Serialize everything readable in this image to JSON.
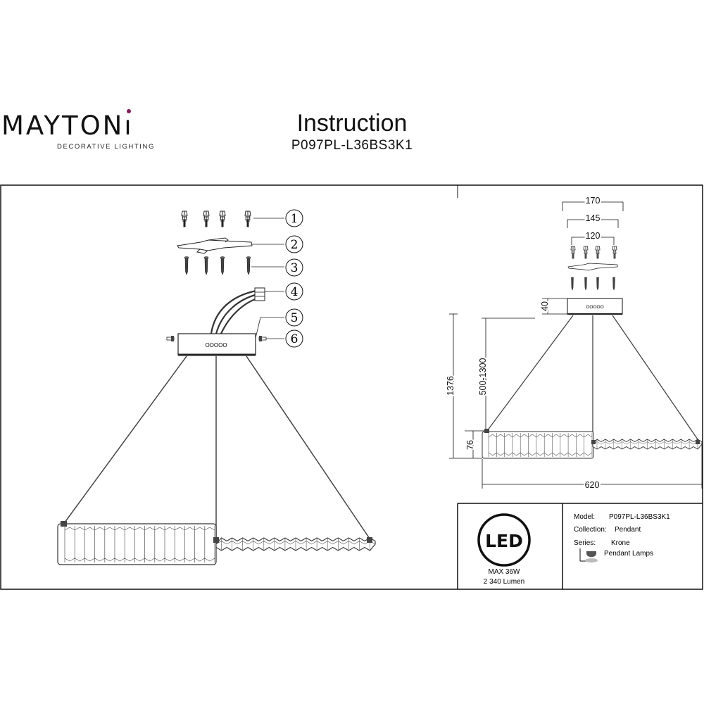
{
  "brand": {
    "name": "MAYTONI",
    "tagline": "DECORATIVE LIGHTING",
    "dot_color": "#7a1e5a"
  },
  "header": {
    "title": "Instruction",
    "model": "P097PL-L36BS3K1"
  },
  "callouts": [
    "1",
    "2",
    "3",
    "4",
    "5",
    "6"
  ],
  "canopy_label": "OOOOO",
  "dimensions": {
    "width_170": "170",
    "width_145": "145",
    "width_120": "120",
    "canopy_height": "40",
    "total_height": "1376",
    "cable_length": "500-1300",
    "ring_height": "76",
    "width_620": "620"
  },
  "led_panel": {
    "badge": "LED",
    "power": "MAX 36W",
    "lumen": "2 340 Lumen"
  },
  "specs": {
    "model_label": "Model:",
    "model_value": "P097PL-L36BS3K1",
    "collection_label": "Collection:",
    "collection_value": "Pendant",
    "series_label": "Series:",
    "series_value": "Krone",
    "type_value": "Pendant Lamps"
  }
}
